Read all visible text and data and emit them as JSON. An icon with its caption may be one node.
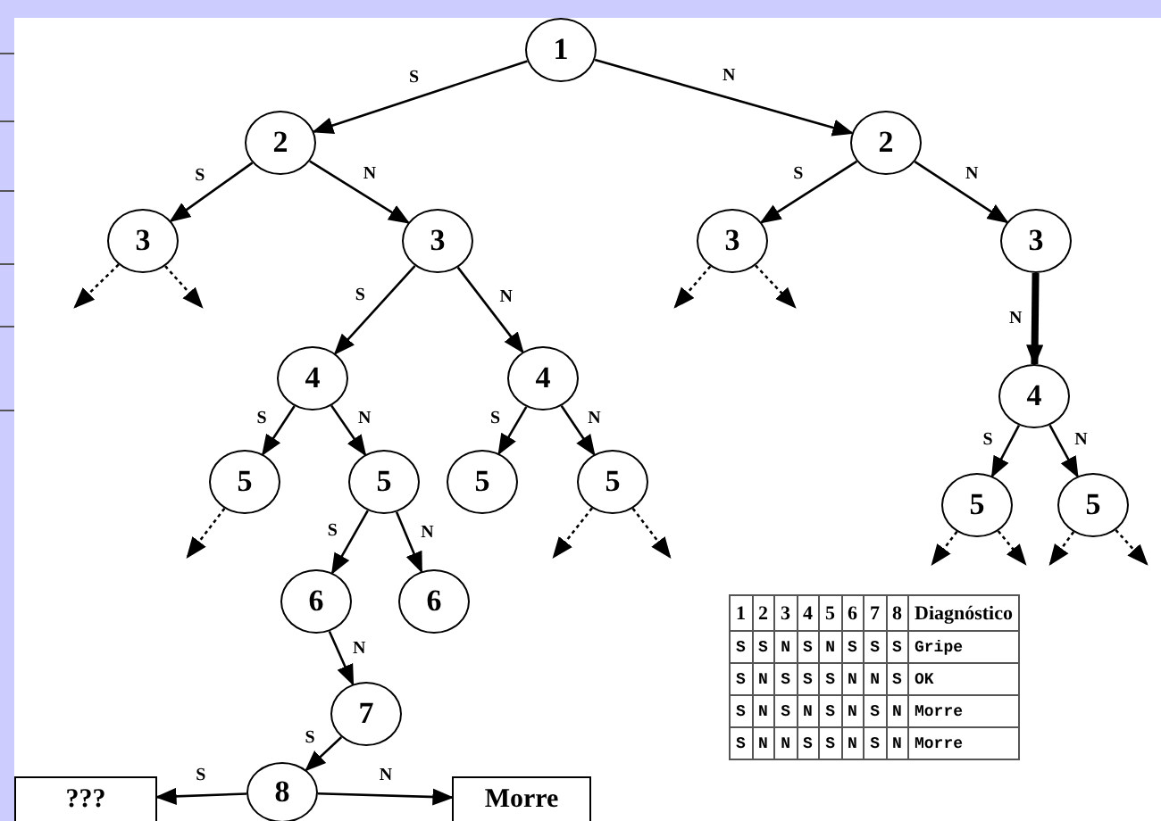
{
  "diagram": {
    "nodes": [
      {
        "text": [
          "1"
        ]
      },
      {
        "text": [
          "2"
        ]
      },
      {
        "text": [
          "2"
        ]
      },
      {
        "text": [
          "3"
        ]
      },
      {
        "text": [
          "3"
        ]
      },
      {
        "text": [
          "3"
        ]
      },
      {
        "text": [
          "3"
        ]
      },
      {
        "text": [
          "4"
        ]
      },
      {
        "text": [
          "4"
        ]
      },
      {
        "text": [
          "4"
        ]
      },
      {
        "text": [
          "5"
        ]
      },
      {
        "text": [
          "5"
        ]
      },
      {
        "text": [
          "5"
        ]
      },
      {
        "text": [
          "5"
        ]
      },
      {
        "text": [
          "5"
        ]
      },
      {
        "text": [
          "5"
        ]
      },
      {
        "text": [
          "6"
        ]
      },
      {
        "text": [
          "6"
        ]
      },
      {
        "text": [
          "7"
        ]
      },
      {
        "text": [
          "8"
        ]
      },
      {
        "text": [
          "???"
        ]
      },
      {
        "text": [
          "Morre"
        ]
      }
    ],
    "edges": [
      {
        "from": 0,
        "to": 1,
        "arrow": "to",
        "label": "S"
      },
      {
        "from": 0,
        "to": 2,
        "arrow": "to",
        "label": "N"
      },
      {
        "from": 1,
        "to": 3,
        "arrow": "to",
        "label": "S"
      },
      {
        "from": 1,
        "to": 4,
        "arrow": "to",
        "label": "N"
      },
      {
        "from": 3,
        "to": null,
        "arrow": "to",
        "style": "dashed"
      },
      {
        "from": 3,
        "to": null,
        "arrow": "to",
        "style": "dashed"
      },
      {
        "from": 2,
        "to": 5,
        "arrow": "to",
        "label": "S"
      },
      {
        "from": 2,
        "to": 6,
        "arrow": "to",
        "label": "N"
      },
      {
        "from": 5,
        "to": null,
        "arrow": "to",
        "style": "dashed"
      },
      {
        "from": 5,
        "to": null,
        "arrow": "to",
        "style": "dashed"
      },
      {
        "from": 4,
        "to": 7,
        "arrow": "to",
        "label": "S"
      },
      {
        "from": 4,
        "to": 8,
        "arrow": "to",
        "label": "N"
      },
      {
        "from": 6,
        "to": 9,
        "arrow": "to",
        "label": "N",
        "style": "thick"
      },
      {
        "from": 7,
        "to": 10,
        "arrow": "to",
        "label": "S"
      },
      {
        "from": 7,
        "to": 11,
        "arrow": "to",
        "label": "N"
      },
      {
        "from": 8,
        "to": 12,
        "arrow": "to",
        "label": "S"
      },
      {
        "from": 8,
        "to": 13,
        "arrow": "to",
        "label": "N"
      },
      {
        "from": 9,
        "to": 14,
        "arrow": "to",
        "label": "S"
      },
      {
        "from": 9,
        "to": 15,
        "arrow": "to",
        "label": "N"
      },
      {
        "from": 10,
        "to": null,
        "arrow": "to",
        "style": "dashed"
      },
      {
        "from": 13,
        "to": null,
        "arrow": "to",
        "style": "dashed"
      },
      {
        "from": 13,
        "to": null,
        "arrow": "to",
        "style": "dashed"
      },
      {
        "from": 14,
        "to": null,
        "arrow": "to",
        "style": "dashed"
      },
      {
        "from": 14,
        "to": null,
        "arrow": "to",
        "style": "dashed"
      },
      {
        "from": 15,
        "to": null,
        "arrow": "to",
        "style": "dashed"
      },
      {
        "from": 15,
        "to": null,
        "arrow": "to",
        "style": "dashed"
      },
      {
        "from": 11,
        "to": 16,
        "arrow": "to",
        "label": "S"
      },
      {
        "from": 11,
        "to": 17,
        "arrow": "to",
        "label": "N"
      },
      {
        "from": 16,
        "to": 18,
        "arrow": "to",
        "label": "N"
      },
      {
        "from": 18,
        "to": 19,
        "arrow": "to",
        "label": "S"
      },
      {
        "from": 19,
        "to": 20,
        "arrow": "to",
        "label": "S"
      },
      {
        "from": 19,
        "to": 21,
        "arrow": "to",
        "label": "N"
      }
    ],
    "labels": [
      "1",
      "2",
      "3",
      "4",
      "5",
      "6",
      "7",
      "8",
      "Diagnóstico",
      "S",
      "S",
      "N",
      "S",
      "N",
      "S",
      "S",
      "S",
      "Gripe",
      "S",
      "N",
      "S",
      "S",
      "S",
      "N",
      "N",
      "S",
      "OK",
      "S",
      "N",
      "S",
      "N",
      "S",
      "N",
      "S",
      "N",
      "Morre",
      "S",
      "N",
      "N",
      "S",
      "S",
      "N",
      "S",
      "N",
      "Morre"
    ]
  }
}
